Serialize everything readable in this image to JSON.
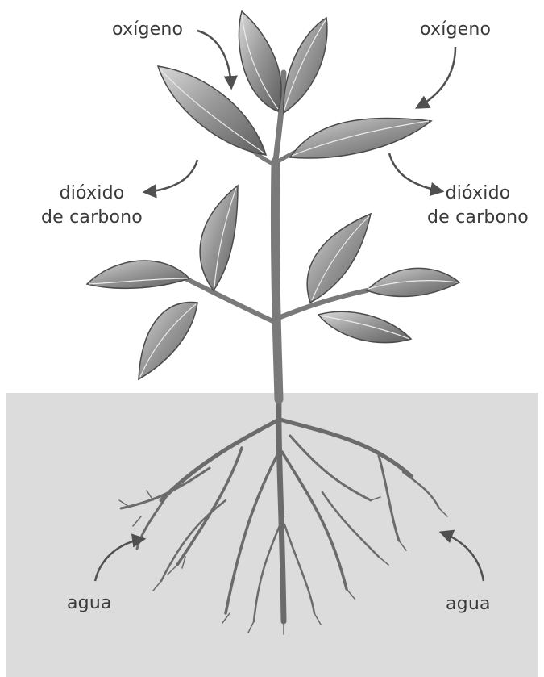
{
  "labels": {
    "oxygen_left": "oxígeno",
    "oxygen_right": "oxígeno",
    "co2_left": [
      "dióxido",
      "de carbono"
    ],
    "co2_right": [
      "dióxido",
      "de carbono"
    ],
    "water_left": "agua",
    "water_right": "agua"
  },
  "colors": {
    "soil": "#dcdcdc",
    "leaf": "#8d8d8d",
    "stem": "#7a7a7a",
    "root": "#6b6b6b",
    "arrow": "#505050",
    "text": "#3a3a3a"
  }
}
